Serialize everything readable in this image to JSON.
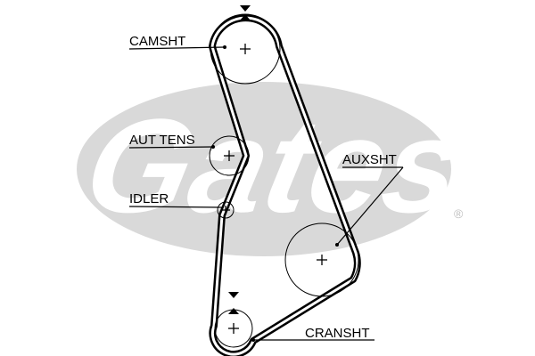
{
  "brand": {
    "watermark_text": "Gates",
    "registered_mark": "®",
    "watermark_color": "#d9d9d9"
  },
  "labels": {
    "camshaft": "CAMSHT",
    "tensioner": "AUT TENS",
    "idler": "IDLER",
    "auxiliary": "AUXSHT",
    "crankshaft": "CRANSHT"
  },
  "icons": {
    "center_mark": "plus-icon",
    "timing_mark": "triangle-icon"
  },
  "colors": {
    "belt": "#000000",
    "ink": "#000000"
  }
}
